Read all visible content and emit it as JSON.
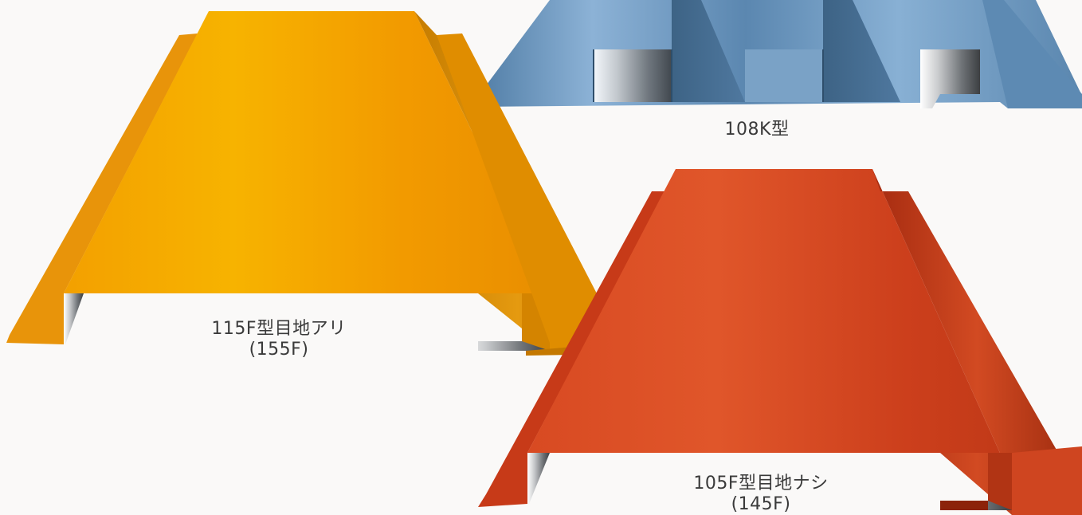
{
  "panels": [
    {
      "id": "108k",
      "title_line1": "108K型",
      "title_line2": "",
      "color": "#6f96bb"
    },
    {
      "id": "115f",
      "title_line1": "115F型目地アリ",
      "title_line2": "(155F)",
      "color": "#f39c00"
    },
    {
      "id": "105f",
      "title_line1": "105F型目地ナシ",
      "title_line2": "(145F)",
      "color": "#d9471f"
    }
  ],
  "background": "#faf9f8"
}
